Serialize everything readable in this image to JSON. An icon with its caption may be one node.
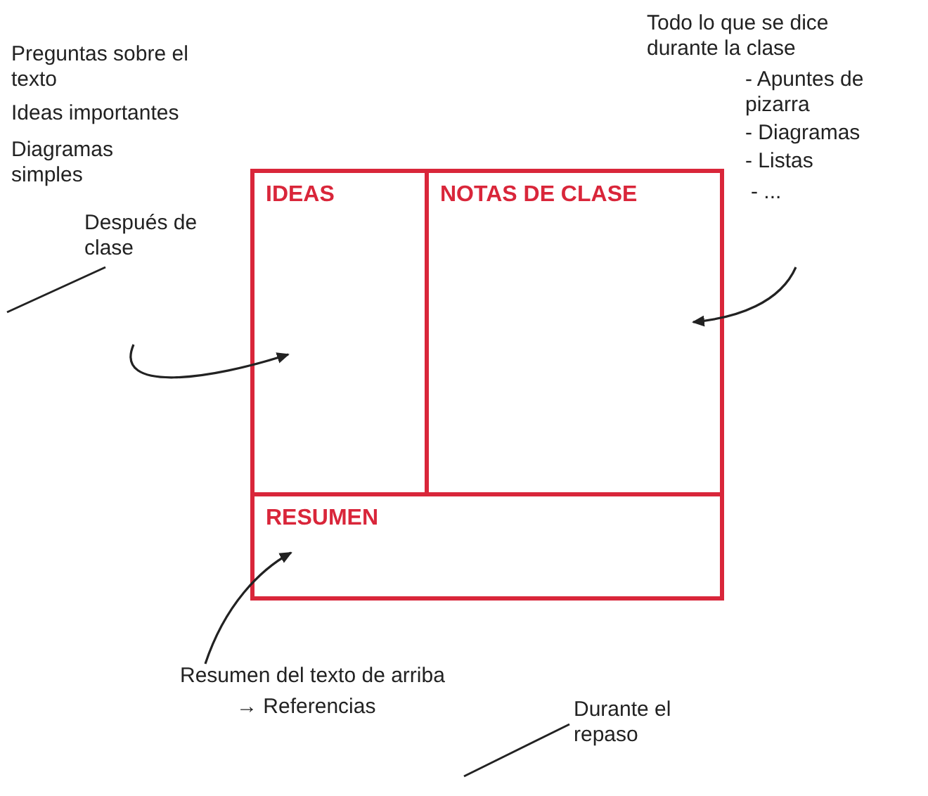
{
  "diagram": {
    "nodes": [
      {
        "text": [],
        "shape": "box"
      },
      {
        "text": [
          "IDEAS"
        ],
        "in": 0
      },
      {
        "text": [
          "NOTAS DE CLASE"
        ],
        "in": 0
      },
      {
        "text": [
          "RESUMEN"
        ],
        "in": 0
      },
      {
        "text": [
          "Preguntas sobre el texto",
          "Ideas importantes",
          "Diagramas simples",
          "Después de clase"
        ]
      },
      {
        "text": [
          "Todo lo que se dice durante la clase",
          "- Apuntes de pizarra",
          "- Diagramas",
          "- Listas",
          "- ..."
        ]
      },
      {
        "text": [
          "Resumen del texto de arriba",
          "→ Referencias",
          "Durante el repaso"
        ]
      }
    ],
    "edges": [
      {
        "from": 4,
        "to": 1,
        "arrow": "to"
      },
      {
        "from": 5,
        "to": 2,
        "arrow": "to"
      },
      {
        "from": 6,
        "to": 3,
        "arrow": "to"
      }
    ]
  }
}
